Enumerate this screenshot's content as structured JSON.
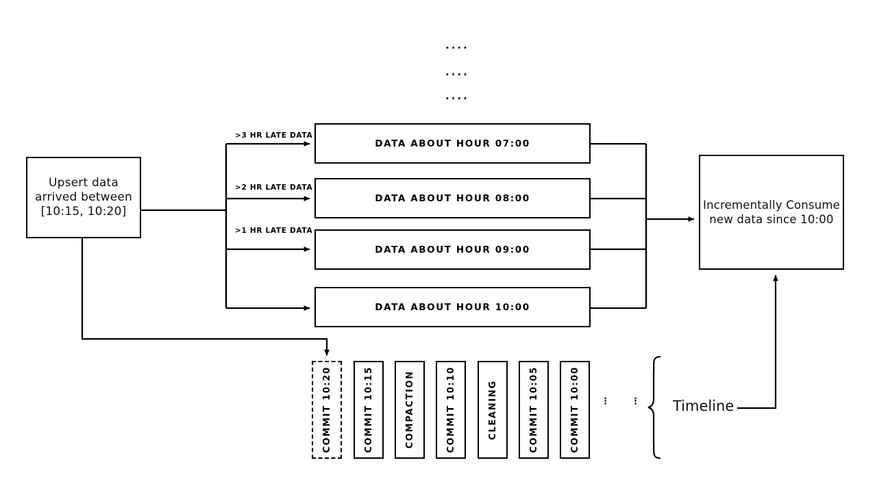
{
  "diagram": {
    "title_dots": [
      "....",
      "....",
      "...."
    ],
    "source": {
      "line1": "Upsert data",
      "line2": "arrived between",
      "line3": "[10:15, 10:20]"
    },
    "branch_labels": [
      ">3 HR LATE DATA",
      ">2 HR LATE DATA",
      ">1 HR LATE DATA"
    ],
    "hour_partitions": [
      {
        "label": "DATA ABOUT HOUR 07:00"
      },
      {
        "label": "DATA ABOUT HOUR 08:00"
      },
      {
        "label": "DATA ABOUT HOUR 09:00"
      },
      {
        "label": "DATA ABOUT HOUR 10:00"
      }
    ],
    "consumer": {
      "line1": "Incrementally Consume",
      "line2": "new data since 10:00"
    },
    "timeline": {
      "caption": "Timeline",
      "ellipsis": "⋮",
      "instants": [
        {
          "label": "COMMIT 10:20",
          "style": "dashed"
        },
        {
          "label": "COMMIT 10:15",
          "style": "solid"
        },
        {
          "label": "COMPACTION",
          "style": "solid"
        },
        {
          "label": "COMMIT 10:10",
          "style": "solid"
        },
        {
          "label": "CLEANING",
          "style": "solid"
        },
        {
          "label": "COMMIT 10:05",
          "style": "solid"
        },
        {
          "label": "COMMIT 10:00",
          "style": "solid"
        }
      ]
    },
    "colors": {
      "stroke": "#000000",
      "background": "#ffffff",
      "text": "#111111"
    }
  }
}
